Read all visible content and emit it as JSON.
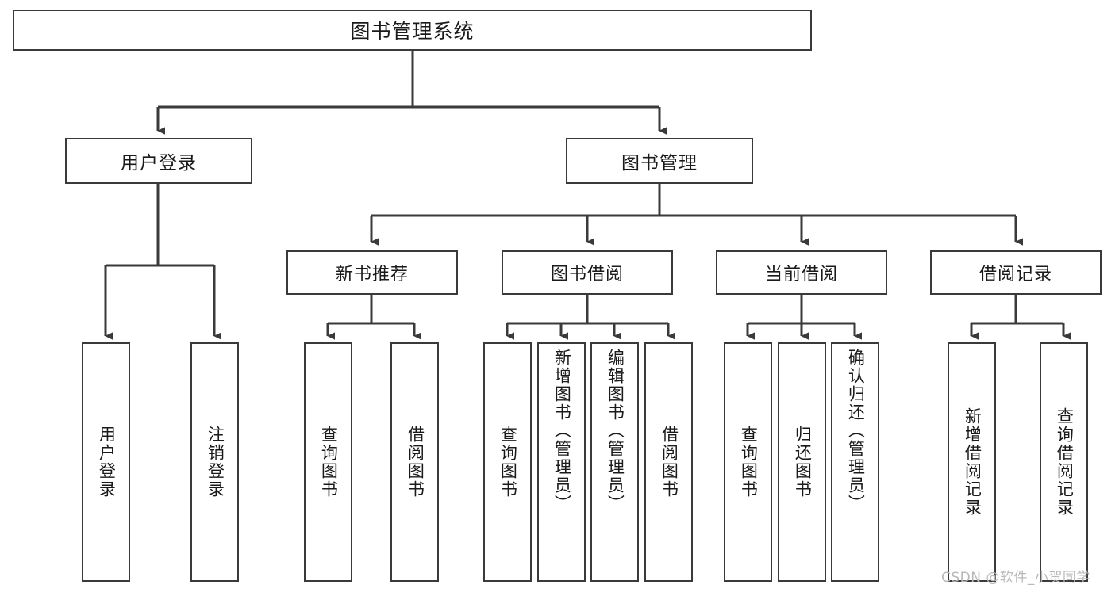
{
  "diagram": {
    "title": "图书管理系统",
    "type": "tree",
    "root": {
      "label": "图书管理系统"
    },
    "level1": [
      {
        "label": "用户登录"
      },
      {
        "label": "图书管理"
      }
    ],
    "level2": [
      {
        "label": "新书推荐",
        "parent": "图书管理"
      },
      {
        "label": "图书借阅",
        "parent": "图书管理"
      },
      {
        "label": "当前借阅",
        "parent": "图书管理"
      },
      {
        "label": "借阅记录",
        "parent": "图书管理"
      }
    ],
    "leaves": {
      "user_login": [
        {
          "label": "用户登录"
        },
        {
          "label": "注销登录"
        }
      ],
      "new_book_recommend": [
        {
          "label": "查询图书"
        },
        {
          "label": "借阅图书"
        }
      ],
      "book_borrow": [
        {
          "label": "查询图书"
        },
        {
          "label": "新增图书（管理员）"
        },
        {
          "label": "编辑图书（管理员）"
        },
        {
          "label": "借阅图书"
        }
      ],
      "current_borrow": [
        {
          "label": "查询图书"
        },
        {
          "label": "归还图书"
        },
        {
          "label": "确认归还（管理员）"
        }
      ],
      "borrow_record": [
        {
          "label": "新增借阅记录"
        },
        {
          "label": "查询借阅记录"
        }
      ]
    }
  },
  "watermark": {
    "text": "CSDN @软件_小贺同学"
  },
  "colors": {
    "stroke": "#3a3a3a",
    "box_fill": "#ffffff",
    "text": "#1a1a1a",
    "watermark": "#b9b9b9",
    "background": "#ffffff"
  }
}
